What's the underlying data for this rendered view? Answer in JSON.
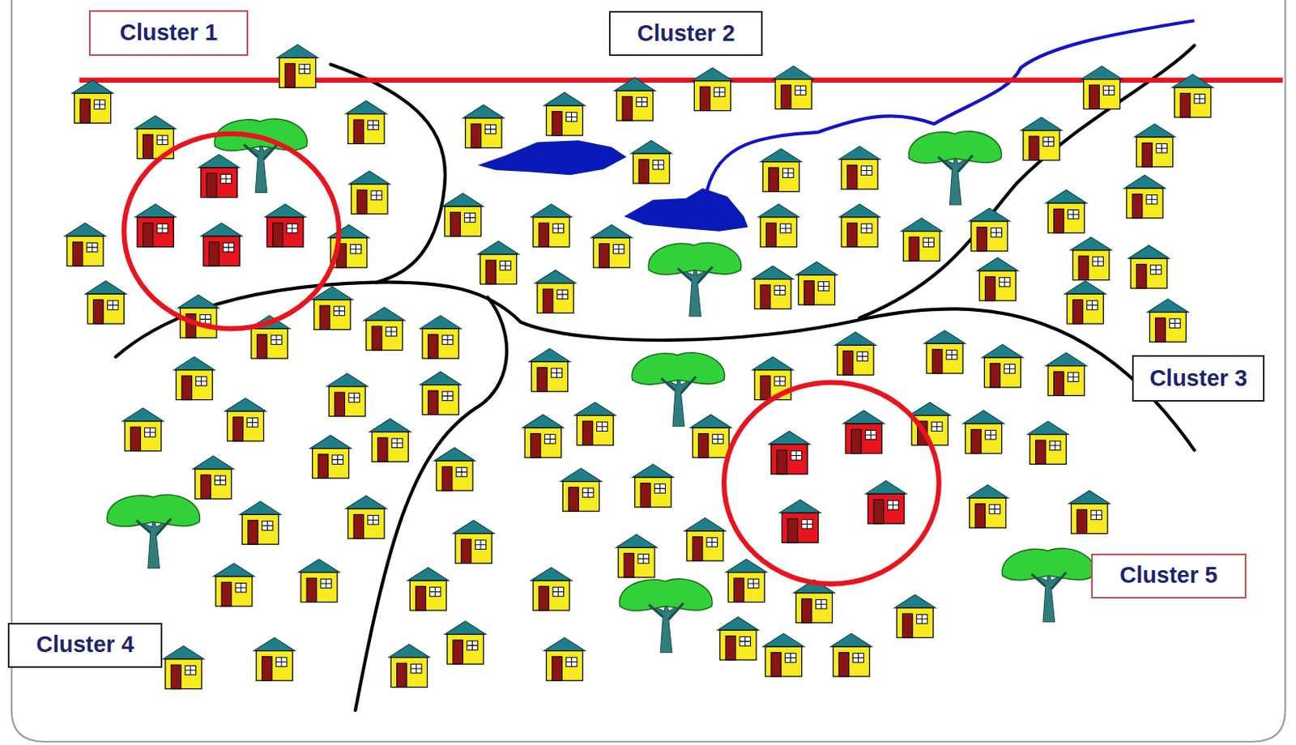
{
  "diagram": {
    "nodes": [
      {
        "text": [
          "Cluster 1"
        ]
      },
      {
        "text": [
          "Cluster 2"
        ]
      },
      {
        "text": [
          "Cluster 3"
        ]
      },
      {
        "text": [
          "Cluster 5"
        ]
      },
      {
        "text": [
          "Cluster 4"
        ]
      }
    ]
  }
}
